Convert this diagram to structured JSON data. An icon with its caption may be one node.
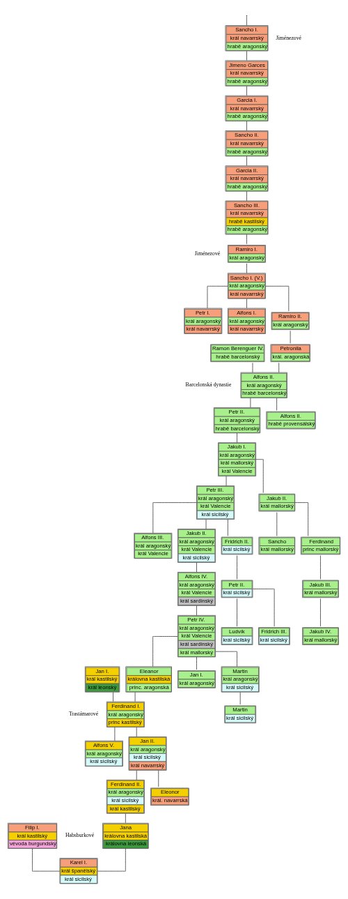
{
  "diagram": {
    "nodes": [
      {
        "text": [
          "Sancho I.",
          "král navarrský",
          "hrabě aragonský"
        ]
      },
      {
        "text": [
          "Jimeno Garces",
          "král navarrský",
          "hrabě aragonský"
        ]
      },
      {
        "text": [
          "Garcia I.",
          "král navarrský",
          "hrabě aragonský"
        ]
      },
      {
        "text": [
          "Sancho II.",
          "král navarrský",
          "hrabě aragonský"
        ]
      },
      {
        "text": [
          "Garcia II.",
          "král navarrský",
          "hrabě aragonský"
        ]
      },
      {
        "text": [
          "Sancho III.",
          "král navarrský",
          "hrabě kastilský",
          "hrabě aragonský"
        ]
      },
      {
        "text": [
          "Ramiro I.",
          "král aragonský"
        ]
      },
      {
        "text": [
          "Sancho I. (V.)",
          "král aragonský",
          "král navarrský"
        ]
      },
      {
        "text": [
          "Petr I.",
          "král aragonský",
          "král navarrský"
        ]
      },
      {
        "text": [
          "Alfons I.",
          "král aragonský",
          "král navarrský"
        ]
      },
      {
        "text": [
          "Ramiro II.",
          "král aragonský"
        ]
      },
      {
        "text": [
          "Petronila",
          "král. aragonská"
        ]
      },
      {
        "text": [
          "Ramon Berenguer IV.",
          "hrabě barcelonský"
        ]
      },
      {
        "text": [
          "Alfons II.",
          "král aragonský",
          "hrabě barcelonský"
        ]
      },
      {
        "text": [
          "Petr II.",
          "král aragonský",
          "hrabě barcelonský"
        ]
      },
      {
        "text": [
          "Alfons II.",
          "hrabě provensálský"
        ]
      },
      {
        "text": [
          "Jakub I.",
          "král aragonský",
          "král mallorský",
          "král Valencie"
        ]
      },
      {
        "text": [
          "Petr III.",
          "král aragonský",
          "král Valencie",
          "král sicilský"
        ]
      },
      {
        "text": [
          "Jakub II.",
          "král mallorský"
        ]
      },
      {
        "text": [
          "Alfons III.",
          "král aragonský",
          "král Valencie"
        ]
      },
      {
        "text": [
          "Jakub II.",
          "král aragonský",
          "král Valencie",
          "král sicilský"
        ]
      },
      {
        "text": [
          "Fridrich II.",
          "král sicilský"
        ]
      },
      {
        "text": [
          "Sancho",
          "král mallorský"
        ]
      },
      {
        "text": [
          "Ferdinand",
          "princ mallorský"
        ]
      },
      {
        "text": [
          "Alfons IV.",
          "král aragonský",
          "král Valencie",
          "král sardinský"
        ]
      },
      {
        "text": [
          "Petr II.",
          "král sicilský"
        ]
      },
      {
        "text": [
          "Jakub III.",
          "král mallorský"
        ]
      },
      {
        "text": [
          "Petr IV.",
          "král aragonský",
          "král Valencie",
          "král sardinský",
          "král mallorský"
        ]
      },
      {
        "text": [
          "Ludvík",
          "král sicilský"
        ]
      },
      {
        "text": [
          "Fridrich III.",
          "král sicilský"
        ]
      },
      {
        "text": [
          "Jakub IV.",
          "král mallorský"
        ]
      },
      {
        "text": [
          "Jan I.",
          "král kastilský",
          "král leonský"
        ]
      },
      {
        "text": [
          "Eleanor",
          "královna kastilská",
          "princ. aragonská"
        ]
      },
      {
        "text": [
          "Jan I.",
          "král aragonský"
        ]
      },
      {
        "text": [
          "Martin",
          "král aragonský",
          "král sicilský"
        ]
      },
      {
        "text": [
          "Martin",
          "král sicilský"
        ]
      },
      {
        "text": [
          "Ferdinand I.",
          "král aragonský",
          "princ kastilský"
        ]
      },
      {
        "text": [
          "Alfons V.",
          "král aragonský",
          "král sicilský"
        ]
      },
      {
        "text": [
          "Jan II.",
          "král aragonský",
          "král sicilský",
          "král navarrský"
        ]
      },
      {
        "text": [
          "Ferdinand II.",
          "král aragonský",
          "král sicilský",
          "král kastilský"
        ]
      },
      {
        "text": [
          "Eleonor",
          "král. navarrská"
        ]
      },
      {
        "text": [
          "Jana",
          "královna kastilská",
          "královna leonská"
        ]
      },
      {
        "text": [
          "Filip I.",
          "král kastilský",
          "vévoda burgundský"
        ]
      },
      {
        "text": [
          "Karel I.",
          "král španělský",
          "král sicilský"
        ]
      }
    ],
    "edges": [
      {
        "from": null,
        "to": 0,
        "arrow": "none"
      },
      {
        "from": 0,
        "to": 1,
        "arrow": "none"
      },
      {
        "from": 1,
        "to": 2,
        "arrow": "none"
      },
      {
        "from": 2,
        "to": 3,
        "arrow": "none"
      },
      {
        "from": 3,
        "to": 4,
        "arrow": "none"
      },
      {
        "from": 4,
        "to": 5,
        "arrow": "none"
      },
      {
        "from": 5,
        "to": 6,
        "arrow": "none"
      },
      {
        "from": 6,
        "to": 7,
        "arrow": "none"
      },
      {
        "from": 7,
        "to": 8,
        "arrow": "none"
      },
      {
        "from": 7,
        "to": 9,
        "arrow": "none"
      },
      {
        "from": 7,
        "to": 10,
        "arrow": "none"
      },
      {
        "from": 10,
        "to": 11,
        "arrow": "none"
      },
      {
        "from": 11,
        "to": 13,
        "arrow": "none"
      },
      {
        "from": 12,
        "to": 13,
        "arrow": "none"
      },
      {
        "from": 13,
        "to": 14,
        "arrow": "none"
      },
      {
        "from": 13,
        "to": 15,
        "arrow": "none"
      },
      {
        "from": 14,
        "to": 16,
        "arrow": "none"
      },
      {
        "from": 16,
        "to": 17,
        "arrow": "none"
      },
      {
        "from": 16,
        "to": 18,
        "arrow": "none"
      },
      {
        "from": 17,
        "to": 19,
        "arrow": "none"
      },
      {
        "from": 17,
        "to": 20,
        "arrow": "none"
      },
      {
        "from": 17,
        "to": 21,
        "arrow": "none"
      },
      {
        "from": 18,
        "to": 22,
        "arrow": "none"
      },
      {
        "from": 18,
        "to": 23,
        "arrow": "none"
      },
      {
        "from": 20,
        "to": 24,
        "arrow": "none"
      },
      {
        "from": 21,
        "to": 25,
        "arrow": "none"
      },
      {
        "from": 23,
        "to": 26,
        "arrow": "none"
      },
      {
        "from": 24,
        "to": 27,
        "arrow": "none"
      },
      {
        "from": 25,
        "to": 28,
        "arrow": "none"
      },
      {
        "from": 25,
        "to": 29,
        "arrow": "none"
      },
      {
        "from": 26,
        "to": 30,
        "arrow": "none"
      },
      {
        "from": 27,
        "to": 32,
        "arrow": "none"
      },
      {
        "from": 27,
        "to": 33,
        "arrow": "none"
      },
      {
        "from": 27,
        "to": 34,
        "arrow": "none"
      },
      {
        "from": 34,
        "to": 35,
        "arrow": "none"
      },
      {
        "from": 31,
        "to": 36,
        "arrow": "none"
      },
      {
        "from": 32,
        "to": 36,
        "arrow": "none"
      },
      {
        "from": 36,
        "to": 37,
        "arrow": "none"
      },
      {
        "from": 36,
        "to": 38,
        "arrow": "none"
      },
      {
        "from": 38,
        "to": 39,
        "arrow": "none"
      },
      {
        "from": 38,
        "to": 40,
        "arrow": "none"
      },
      {
        "from": 39,
        "to": 41,
        "arrow": "none"
      },
      {
        "from": 41,
        "to": 43,
        "arrow": "none"
      },
      {
        "from": 42,
        "to": 43,
        "arrow": "none"
      }
    ],
    "labels": [
      "Jiménezové",
      "Jiménezové",
      "Barcelonská dynastie",
      "Trastámarové",
      "Habsburkové"
    ]
  }
}
